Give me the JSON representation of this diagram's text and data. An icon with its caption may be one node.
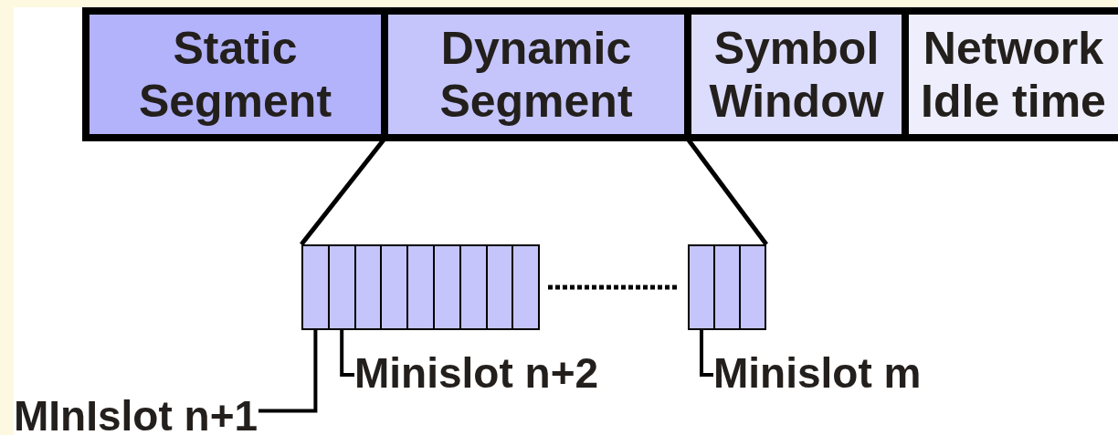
{
  "diagram": {
    "nodes": [
      {
        "text": [
          "Static Segment"
        ]
      },
      {
        "text": [
          "Dynamic Segment"
        ]
      },
      {
        "text": [
          "Symbol Window"
        ]
      },
      {
        "text": [
          "Network Idle time"
        ]
      },
      {
        "text": [],
        "shape": "box"
      },
      {
        "text": [],
        "shape": "box"
      },
      {
        "text": [],
        "shape": "box"
      },
      {
        "text": [],
        "shape": "box"
      },
      {
        "text": [],
        "shape": "box"
      },
      {
        "text": [],
        "shape": "box"
      },
      {
        "text": [],
        "shape": "box"
      },
      {
        "text": [],
        "shape": "box"
      },
      {
        "text": [],
        "shape": "box"
      },
      {
        "text": [],
        "shape": "box"
      },
      {
        "text": [],
        "shape": "box"
      },
      {
        "text": [],
        "shape": "box"
      },
      {
        "text": [
          "MInIslot n+1"
        ]
      },
      {
        "text": [
          "Minislot n+2"
        ]
      },
      {
        "text": [
          "Minislot m"
        ]
      }
    ],
    "edges": [
      {
        "from": 1,
        "to": 4,
        "arrow": "none"
      },
      {
        "from": 1,
        "to": 15,
        "arrow": "none"
      },
      {
        "from": 16,
        "to": 4,
        "arrow": "none"
      },
      {
        "from": 17,
        "to": 5,
        "arrow": "none"
      },
      {
        "from": 18,
        "to": 13,
        "arrow": "none"
      }
    ]
  }
}
